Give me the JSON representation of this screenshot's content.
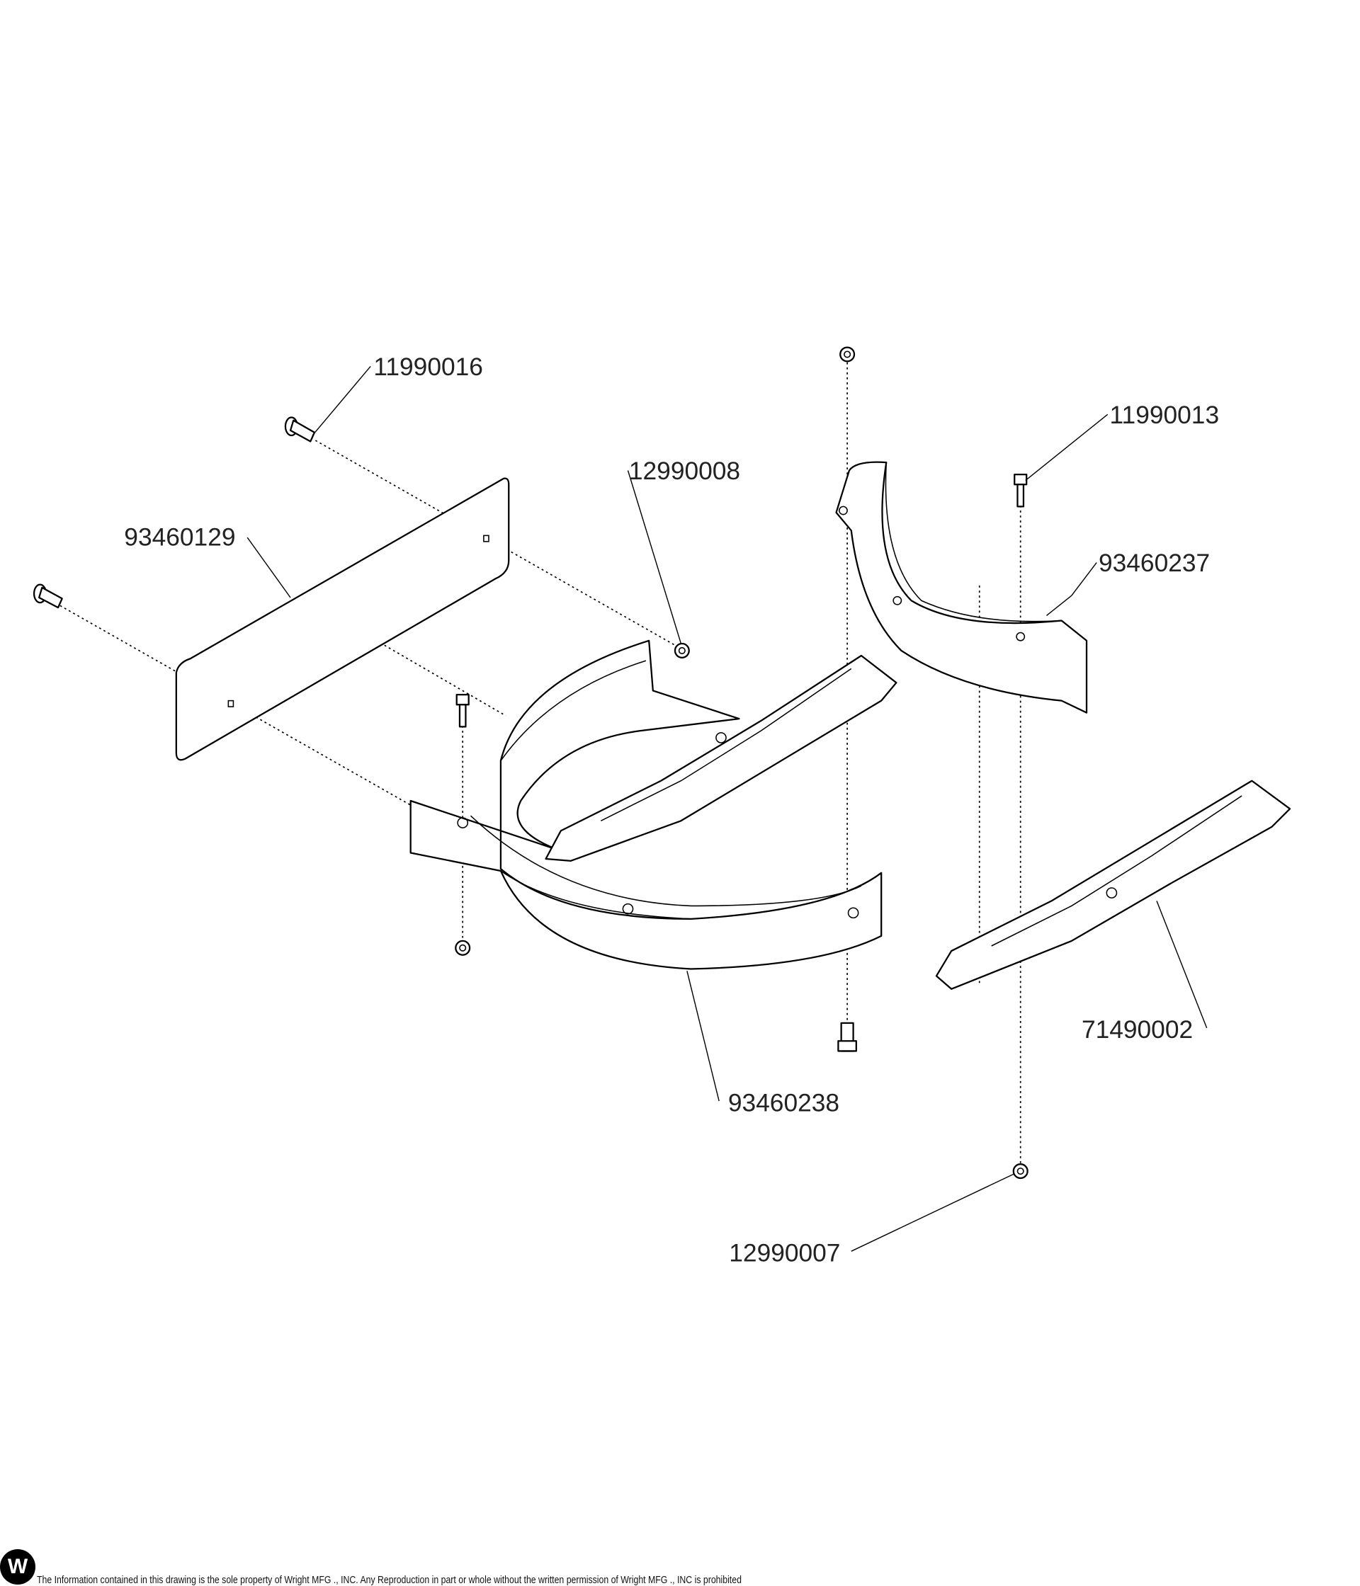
{
  "parts": {
    "p11990016": "11990016",
    "p93460129": "93460129",
    "p12990008": "12990008",
    "p11990013": "11990013",
    "p93460237": "93460237",
    "p71490002": "71490002",
    "p93460238": "93460238",
    "p12990007": "12990007"
  },
  "footer": {
    "logo_letter": "W",
    "notice": "The Information contained in this drawing is the sole property of Wright MFG ., INC. Any Reproduction in part or whole without the written permission of Wright MFG ., INC is prohibited"
  }
}
